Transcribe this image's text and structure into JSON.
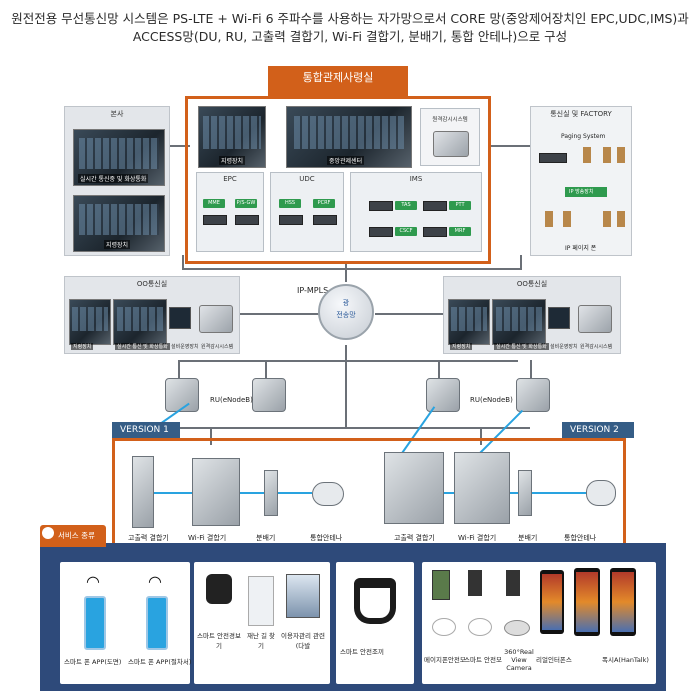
{
  "header": {
    "line1": "원전전용 무선통신망 시스템은 PS-LTE + Wi-Fi 6 주파수를 사용하는 자가망으로서 CORE 망(중앙제어장치인 EPC,UDC,IMS)과",
    "line2": "ACCESS망(DU, RU, 고출력 결합기, Wi-Fi 결합기, 분배기, 통합 안테나)으로 구성"
  },
  "control_room": {
    "title": "통합관제사령실",
    "scene1": "지령장치",
    "scene2": "중앙관제센터",
    "server_label": "원격감시시스템",
    "epc": {
      "label": "EPC",
      "chips": [
        "MME",
        "P/S-GW"
      ]
    },
    "udc": {
      "label": "UDC",
      "chips": [
        "HSS",
        "PCRF"
      ]
    },
    "ims": {
      "label": "IMS",
      "chips": [
        "TAS",
        "PTT",
        "CSCF",
        "MRF"
      ]
    }
  },
  "hq": {
    "title": "본사",
    "img1": "실시간 통신중 및 화상통화",
    "img2": "지령장치"
  },
  "factory": {
    "title": "통신실 및 FACTORY",
    "paging": "Paging System",
    "ip_switch": "IP 방송장치",
    "phone": "IP 페이지 폰"
  },
  "network": {
    "ipmpls": "IP-MPLS",
    "hub_line1": "광",
    "hub_line2": "전송망"
  },
  "left_comm": {
    "title": "OO통신실",
    "caps": [
      "지령장치",
      "실시간 통신 및 화상통화",
      "설비운영장치",
      "원격감시시스템"
    ]
  },
  "right_comm": {
    "title": "OO통신실",
    "caps": [
      "지령장치",
      "실시간 통신 및 화상통화",
      "설비운영장치",
      "원격감시시스템"
    ]
  },
  "ru_left": "RU(eNodeB)",
  "ru_right": "RU(eNodeB)",
  "versions": {
    "left": "VERSION 1",
    "right": "VERSION 2"
  },
  "devices_v1": [
    "고출력 결합기",
    "Wi-Fi 결합기",
    "분배기",
    "통합안테나"
  ],
  "devices_v2": [
    "고출력 결합기",
    "Wi-Fi 결합기",
    "분배기",
    "통합안테나"
  ],
  "services": {
    "tab": "서비스 종류",
    "apps": [
      "스마트 폰 APP(도면)",
      "스마트 폰 APP(절차서)"
    ],
    "safety": [
      "스마트 안전경보기",
      "재난 길 찾기",
      "이용자관리 관련(다발"
    ],
    "wearable": "스마트 안전조끼",
    "devices": [
      "메이지폰안전모",
      "스마트 안전모",
      "360°Real View Camera",
      "리얼인터폰스",
      "폭시A(HanTalk)"
    ]
  },
  "colors": {
    "accent": "#d2601a",
    "navy": "#2e4a7a",
    "link": "#29a3e0"
  }
}
